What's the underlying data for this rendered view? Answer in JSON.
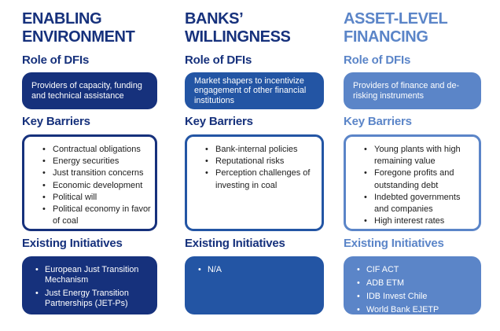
{
  "colors": {
    "navy": "#16317c",
    "blue": "#2355a4",
    "lightblue": "#5b85c8",
    "text": "#212121",
    "white": "#ffffff",
    "bg": "#ffffff"
  },
  "columns": [
    {
      "title": "ENABLING ENVIRONMENT",
      "role_heading": "Role of DFIs",
      "role_text": "Providers of capacity, funding and technical assistance",
      "barriers_heading": "Key Barriers",
      "barriers": [
        "Contractual obligations",
        "Energy securities",
        "Just transition concerns",
        "Economic development",
        "Political will",
        "Political economy in favor of coal"
      ],
      "initiatives_heading": "Existing Initiatives",
      "initiatives": [
        "European Just Transition Mechanism",
        "Just Energy Transition Partnerships (JET-Ps)"
      ]
    },
    {
      "title": "BANKS’ WILLINGNESS",
      "role_heading": "Role of DFIs",
      "role_text": "Market shapers to incentivize engagement of other financial institutions",
      "barriers_heading": "Key Barriers",
      "barriers": [
        "Bank-internal policies",
        "Reputational risks",
        "Perception challenges of investing in coal"
      ],
      "initiatives_heading": "Existing Initiatives",
      "initiatives": [
        "N/A"
      ]
    },
    {
      "title": "ASSET-LEVEL FINANCING",
      "role_heading": "Role of DFIs",
      "role_text": "Providers of finance and de-risking instruments",
      "barriers_heading": "Key Barriers",
      "barriers": [
        "Young plants with high remaining value",
        "Foregone profits and outstanding debt",
        "Indebted governments and companies",
        "High interest rates"
      ],
      "initiatives_heading": "Existing Initiatives",
      "initiatives": [
        "CIF ACT",
        "ADB ETM",
        "IDB Invest Chile",
        "World Bank EJETP"
      ]
    }
  ]
}
